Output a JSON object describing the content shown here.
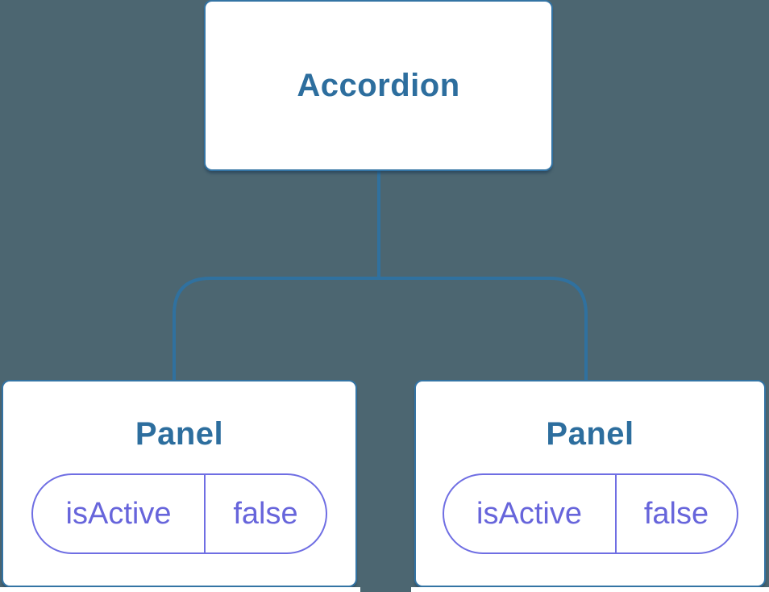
{
  "tree": {
    "root": {
      "label": "Accordion"
    },
    "children": [
      {
        "label": "Panel",
        "state": {
          "key": "isActive",
          "value": "false"
        }
      },
      {
        "label": "Panel",
        "state": {
          "key": "isActive",
          "value": "false"
        }
      }
    ]
  },
  "colors": {
    "background": "#4C6671",
    "node_background": "#FFFFFF",
    "node_border": "#3474A4",
    "node_label_text": "#2D6E9E",
    "connector_line": "#30719F",
    "state_pill_border": "#6F6EE3",
    "state_pill_text": "#6765DB"
  }
}
